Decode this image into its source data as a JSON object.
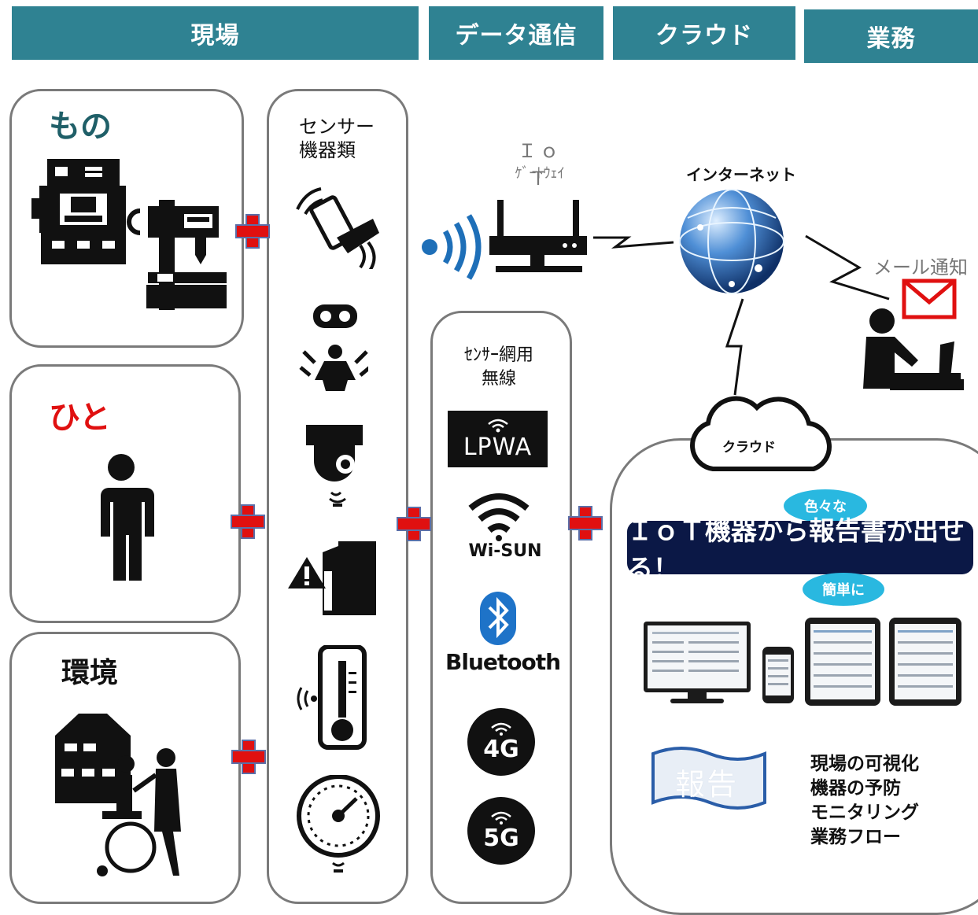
{
  "header": {
    "genba": "現場",
    "data_tsushin": "データ通信",
    "cloud": "クラウド",
    "gyomu": "業務"
  },
  "categories": {
    "mono": "もの",
    "hito": "ひと",
    "kankyo": "環境"
  },
  "sensors": {
    "title_line1": "センサー",
    "title_line2": "機器類"
  },
  "gateway": {
    "line1": "ＩｏＴ",
    "line2": "ｹﾞｰﾄｳｪｲ"
  },
  "internet": "インターネット",
  "mail_notice": "メール通知",
  "wireless": {
    "title_line1": "ｾﾝｻｰ網用",
    "title_line2": "無線",
    "lpwa": "LPWA",
    "wisun": "Wi-SUN",
    "bluetooth": "Bluetooth",
    "g4": "4G",
    "g5": "5G"
  },
  "cloud_label": "クラウド",
  "report": {
    "bubble_top": "色々な",
    "banner": "ＩｏＴ機器から報告書が出せる！",
    "bubble_bottom": "簡単に",
    "doc_text": "報告"
  },
  "outcomes": [
    "現場の可視化",
    "機器の予防",
    "モニタリング",
    "業務フロー"
  ],
  "colors": {
    "header_bg": "#2f8292",
    "plus_red": "#e01010",
    "hito_red": "#e01010",
    "mono_teal": "#1f5f68",
    "banner_navy": "#0b1846",
    "bubble_blue": "#29b8e0",
    "mail_red": "#e01010"
  }
}
